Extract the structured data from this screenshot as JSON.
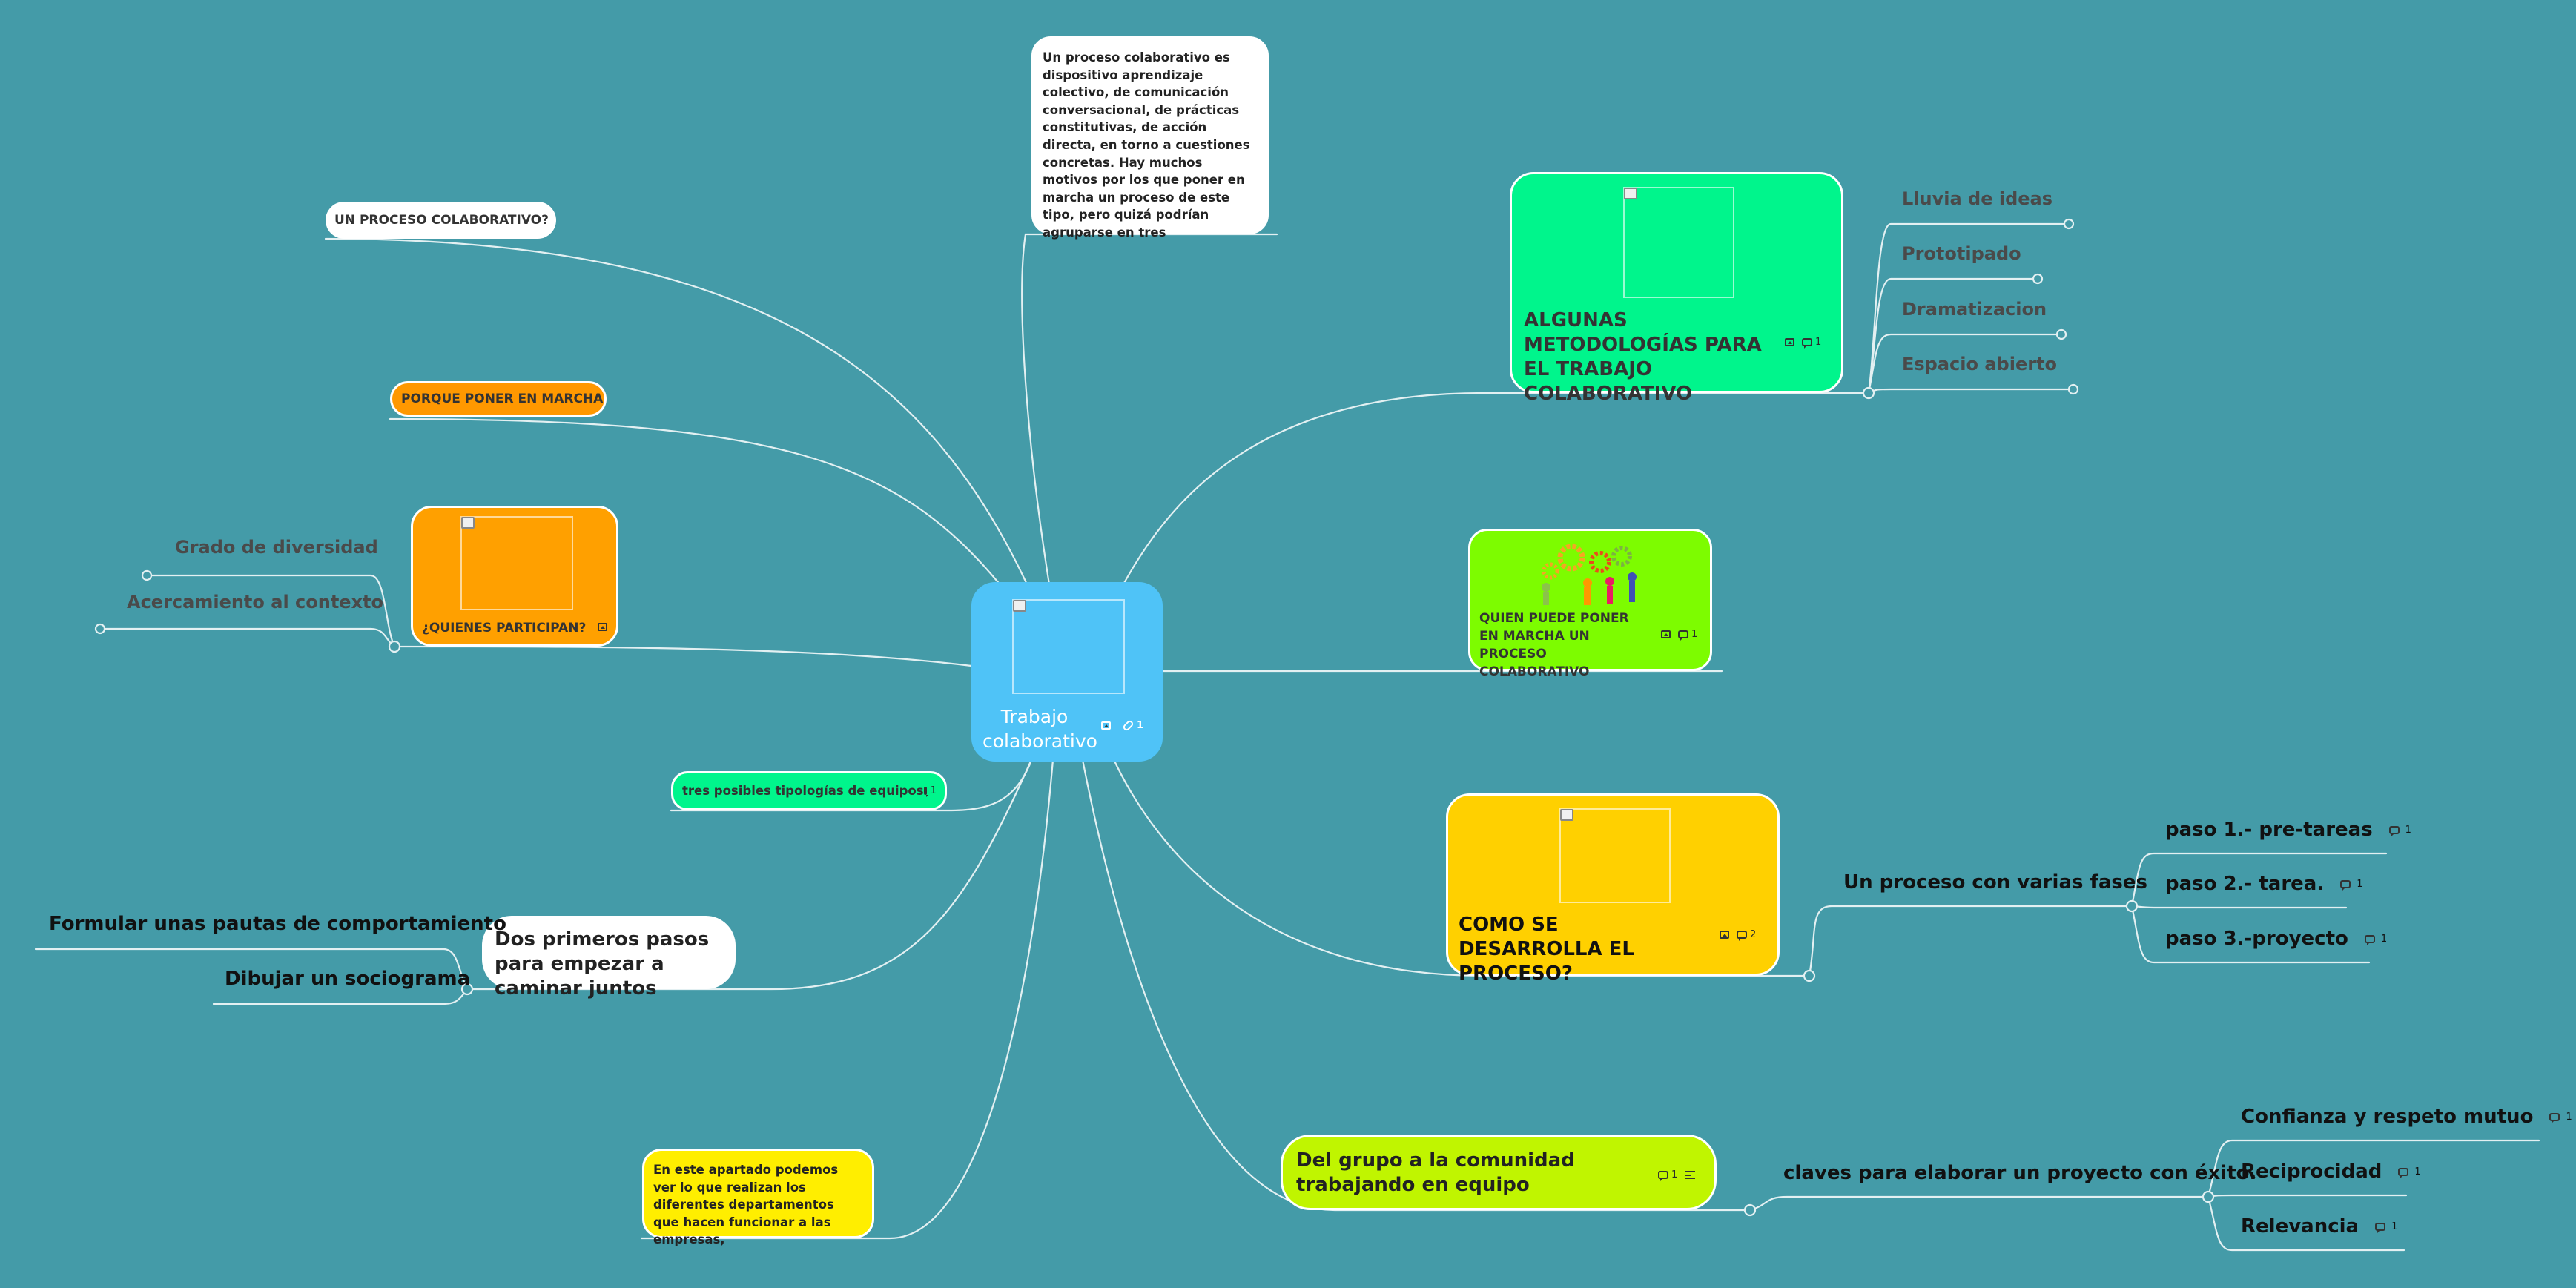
{
  "central": {
    "title": "Trabajo colaborativo",
    "link_count": "1",
    "color": "#4fc3f7"
  },
  "top_note": {
    "text": "Un proceso colaborativo es dispositivo aprendizaje colectivo, de comunicación conversacional, de prácticas constitutivas, de acción directa, en torno a cuestiones concretas. Hay muchos motivos por los que poner en marcha un proceso de este tipo, pero quizá podrían agruparse en tres"
  },
  "left_nodes": {
    "un_proceso": "UN PROCESO COLABORATIVO?",
    "porque": "PORQUE PONER EN MARCHA",
    "quienes": {
      "title": "¿QUIENES PARTICIPAN?",
      "children": [
        "Grado de diversidad",
        "Acercamiento al contexto"
      ]
    },
    "tipologias": {
      "title": "tres posibles tipologías de equipos",
      "comment_count": "1"
    },
    "dos_pasos": {
      "title": "Dos primeros pasos para empezar a caminar juntos",
      "children": [
        "Formular unas pautas de comportamiento",
        "Dibujar un sociograma"
      ]
    },
    "apartado": "En este apartado podemos ver lo que realizan los diferentes departamentos que hacen funcionar a las empresas,"
  },
  "right_nodes": {
    "metodologias": {
      "title": "ALGUNAS METODOLOGÍAS PARA EL TRABAJO COLABORATIVO",
      "comment_count": "1",
      "children": [
        "Lluvia de ideas",
        "Prototipado",
        "Dramatizacion",
        "Espacio abierto"
      ]
    },
    "quien_puede": {
      "title": "QUIEN PUEDE PONER EN MARCHA UN PROCESO COLABORATIVO",
      "comment_count": "1"
    },
    "como": {
      "title": "COMO SE DESARROLLA EL PROCESO?",
      "comment_count": "2",
      "child": "Un proceso con varias fases",
      "steps": [
        {
          "label": "paso 1.- pre-tareas",
          "count": "1"
        },
        {
          "label": "paso 2.- tarea.",
          "count": "1"
        },
        {
          "label": "paso 3.-proyecto",
          "count": "1"
        }
      ]
    },
    "grupo": {
      "title": "Del grupo a la comunidad trabajando en equipo",
      "comment_count": "1",
      "child": "claves para elaborar un proyecto con éxito.",
      "keys": [
        {
          "label": "Confianza y respeto mutuo",
          "count": "1"
        },
        {
          "label": "Reciprocidad",
          "count": "1"
        },
        {
          "label": "Relevancia",
          "count": "1"
        }
      ]
    }
  },
  "colors": {
    "background": "#449ba8",
    "central": "#4fc3f7",
    "green_mint": "#00f58c",
    "lime": "#7dfc00",
    "orange": "#ffa000",
    "orange_dark": "#ff9800",
    "yellow": "#ffd000",
    "yellow_bright": "#ffee00",
    "yellow_green": "#c0f500",
    "white": "#ffffff"
  }
}
